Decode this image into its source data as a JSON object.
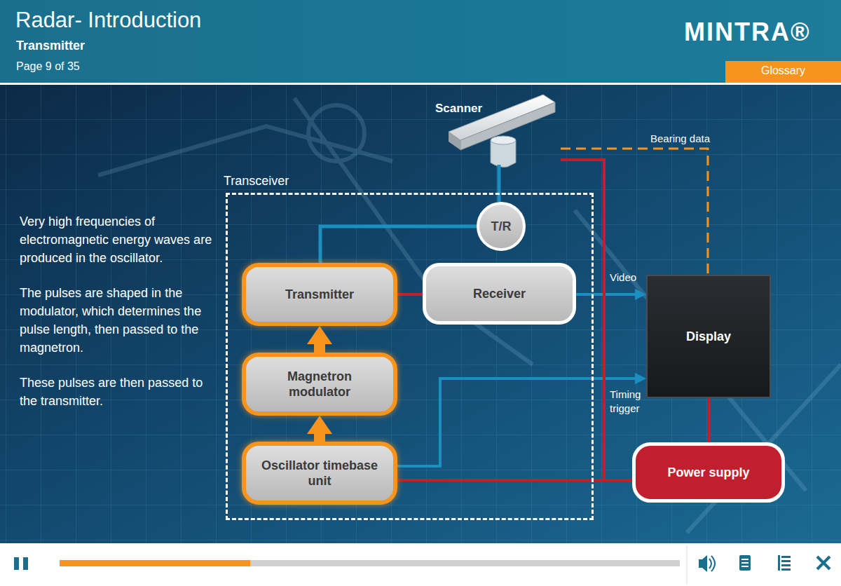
{
  "diagram": {
    "title": "Radar- Introduction",
    "nodes": [
      {
        "text": [
          "Scanner"
        ]
      },
      {
        "text": [
          "Transceiver"
        ]
      },
      {
        "text": [
          "T/R"
        ],
        "in": 1
      },
      {
        "text": [
          "Transmitter"
        ],
        "in": 1
      },
      {
        "text": [
          "Receiver"
        ],
        "in": 1
      },
      {
        "text": [
          "Magnetron modulator"
        ],
        "in": 1
      },
      {
        "text": [
          "Oscillator timebase unit"
        ],
        "in": 1
      },
      {
        "text": [
          "Display"
        ]
      },
      {
        "text": [
          "Power supply"
        ]
      }
    ],
    "edges": [
      {
        "from": 0,
        "to": 7,
        "label": "Bearing data",
        "arrow": "none"
      },
      {
        "from": 0,
        "to": 2,
        "arrow": "none"
      },
      {
        "from": 2,
        "to": 3,
        "arrow": "none"
      },
      {
        "from": 3,
        "to": 4,
        "arrow": "none"
      },
      {
        "from": 4,
        "to": 7,
        "label": "Video",
        "arrow": "to"
      },
      {
        "from": 6,
        "to": 7,
        "label": "Timing trigger",
        "arrow": "to"
      },
      {
        "from": 5,
        "to": 3,
        "arrow": "to"
      },
      {
        "from": 6,
        "to": 5,
        "arrow": "to"
      },
      {
        "from": 8,
        "to": 6,
        "arrow": "none"
      },
      {
        "from": 8,
        "to": 0,
        "arrow": "none"
      },
      {
        "from": 8,
        "to": 7,
        "arrow": "none"
      }
    ],
    "labels": [
      "Transmitter",
      "Page 9 of 35",
      "MINTRA®",
      "Glossary",
      "Very high frequencies of electromagnetic energy waves are produced in the oscillator.",
      "The pulses are shaped in the modulator, which determines the pulse length, then passed to the magnetron.",
      "These pulses are then passed to the transmitter."
    ]
  }
}
